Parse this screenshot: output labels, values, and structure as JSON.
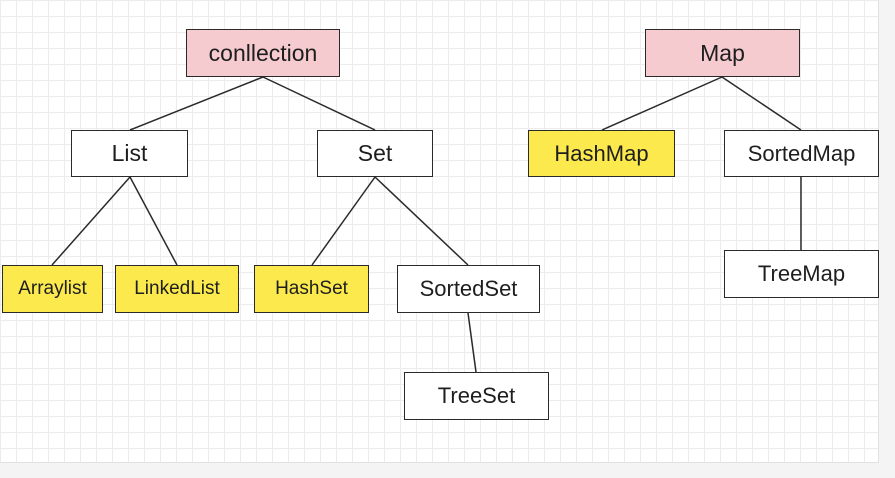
{
  "diagram": {
    "nodes": {
      "collection": "conllection",
      "list": "List",
      "set": "Set",
      "arraylist": "Arraylist",
      "linkedlist": "LinkedList",
      "hashset": "HashSet",
      "sortedset": "SortedSet",
      "treeset": "TreeSet",
      "map": "Map",
      "hashmap": "HashMap",
      "sortedmap": "SortedMap",
      "treemap": "TreeMap"
    },
    "colors": {
      "root_fill": "#f6cbd0",
      "implementation_fill": "#fbe94e",
      "interface_fill": "#ffffff",
      "line": "#2a2a2a",
      "grid": "#ececec"
    }
  }
}
